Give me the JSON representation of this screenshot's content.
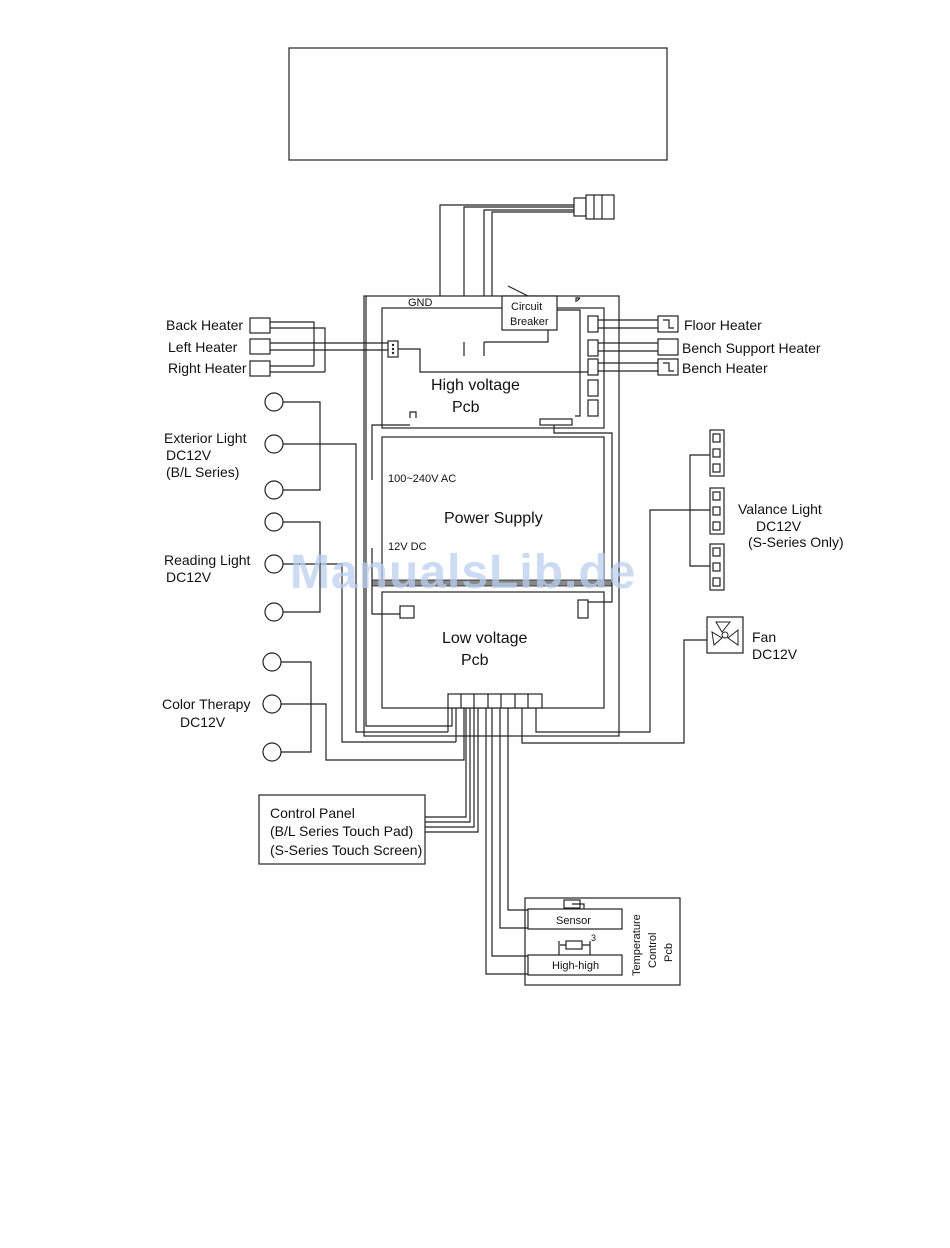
{
  "title_box": "",
  "labels": {
    "gnd": "GND",
    "circuit_breaker_1": "Circuit",
    "circuit_breaker_2": "Breaker",
    "high_voltage_1": "High voltage",
    "high_voltage_2": "Pcb",
    "power_supply": "Power  Supply",
    "ac_input": "100~240V AC",
    "dc_output": "12V DC",
    "low_voltage_1": "Low voltage",
    "low_voltage_2": "Pcb",
    "back_heater": "Back Heater",
    "left_heater": "Left Heater",
    "right_heater": "Right Heater",
    "floor_heater": "Floor Heater",
    "bench_support_heater": "Bench Support Heater",
    "bench_heater": "Bench Heater",
    "exterior_light_1": "Exterior Light",
    "exterior_light_2": "DC12V",
    "exterior_light_3": "(B/L Series)",
    "reading_light_1": "Reading Light",
    "reading_light_2": "DC12V",
    "color_therapy_1": "Color Therapy",
    "color_therapy_2": "DC12V",
    "valance_light_1": "Valance Light",
    "valance_light_2": "DC12V",
    "valance_light_3": "(S-Series Only)",
    "fan_1": "Fan",
    "fan_2": "DC12V",
    "control_panel_1": "Control Panel",
    "control_panel_2": "(B/L Series Touch Pad)",
    "control_panel_3": "(S-Series Touch Screen)",
    "sensor": "Sensor",
    "high_high": "High-high",
    "temp_1": "Temperature",
    "temp_2": "Control",
    "temp_3": "Pcb",
    "watermark": "ManualsLib.de"
  }
}
